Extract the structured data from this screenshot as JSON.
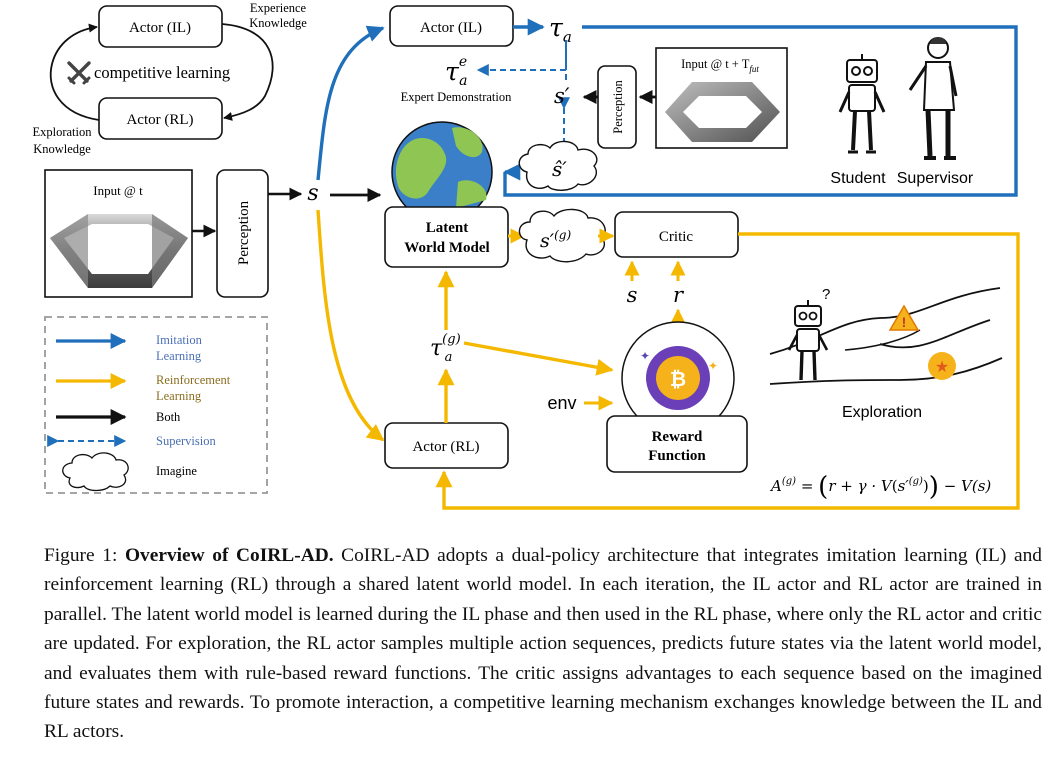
{
  "figure": {
    "actor_il_top": "Actor (IL)",
    "actor_rl_top": "Actor (RL)",
    "experience_knowledge": [
      "Experience",
      "Knowledge"
    ],
    "exploration_knowledge": [
      "Exploration",
      "Knowledge"
    ],
    "competitive_learning": "competitive learning",
    "input_t": "Input @ t",
    "perception": "Perception",
    "s": "s",
    "actor_il_main": "Actor (IL)",
    "tau_a": "τ",
    "tau_a_sub": "a",
    "tau_e": "τ",
    "tau_e_sup": "e",
    "tau_e_sub": "a",
    "expert_demonstration": "Expert Demonstration",
    "s_prime": "s′",
    "perception_future": "Perception",
    "input_future": "Input @ t + T",
    "input_future_sub": "fut",
    "s_hat_prime": "ŝ′",
    "student": "Student",
    "supervisor": "Supervisor",
    "latent_world_model": [
      "Latent",
      "World Model"
    ],
    "s_prime_g": "s′",
    "s_prime_g_sup": "(g)",
    "critic": "Critic",
    "s_lower": "s",
    "r_lower": "r",
    "tau_g": "τ",
    "tau_g_sup": "(g)",
    "tau_g_sub": "a",
    "env": "env",
    "reward_function": [
      "Reward",
      "Function"
    ],
    "actor_rl_main": "Actor (RL)",
    "exploration": "Exploration",
    "question_mark": "?",
    "advantage_formula": [
      "A",
      "(g)",
      " = ",
      "r + γ · V",
      "s′",
      "(g)",
      " − V(s)"
    ],
    "legend": {
      "imitation": [
        "Imitation",
        "Learning"
      ],
      "reinforcement": [
        "Reinforcement",
        "Learning"
      ],
      "both": "Both",
      "supervision": "Supervision",
      "imagine": "Imagine"
    },
    "colors": {
      "imitation": "#1f6fba",
      "reinforcement": "#f5b800",
      "both": "#111111",
      "supervision": "#1f6fba"
    }
  },
  "caption": {
    "label": "Figure 1:",
    "title": "Overview of CoIRL-AD.",
    "text": "CoIRL-AD adopts a dual-policy architecture that integrates imitation learning (IL) and reinforcement learning (RL) through a shared latent world model. In each iteration, the IL actor and RL actor are trained in parallel. The latent world model is learned during the IL phase and then used in the RL phase, where only the RL actor and critic are updated. For exploration, the RL actor samples multiple action sequences, predicts future states via the latent world model, and evaluates them with rule-based reward functions. The critic assigns advantages to each sequence based on the imagined future states and rewards. To promote interaction, a competitive learning mechanism exchanges knowledge between the IL and RL actors."
  }
}
